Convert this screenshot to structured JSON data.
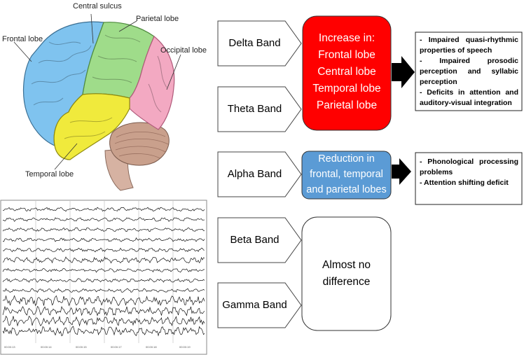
{
  "brain": {
    "labels": {
      "frontal": "Frontal lobe",
      "central": "Central sulcus",
      "parietal": "Parietal lobe",
      "occipital": "Occipital lobe",
      "temporal": "Temporal lobe"
    },
    "colors": {
      "frontal": "#7fc3ef",
      "parietal": "#9fdc8a",
      "occipital": "#f3a9c2",
      "temporal": "#f0ea3c",
      "cerebellum": "#c9a08c",
      "stem": "#d6b2a2"
    }
  },
  "bands": {
    "delta": "Delta Band",
    "theta": "Theta Band",
    "alpha": "Alpha Band",
    "beta": "Beta Band",
    "gamma": "Gamma Band"
  },
  "boxes": {
    "increase": {
      "lines": [
        "Increase in:",
        "Frontal lobe",
        "Central lobe",
        "Temporal lobe",
        "Parietal lobe"
      ],
      "color": "#ff0000"
    },
    "reduction": {
      "lines": [
        "Reduction in",
        "frontal, temporal",
        "and parietal lobes"
      ],
      "color": "#5b9bd5"
    },
    "no_difference": {
      "lines": [
        "Almost no",
        "difference"
      ]
    }
  },
  "notes": {
    "increase": [
      "- Impaired quasi-rhythmic properties of speech",
      "- Impaired prosodic perception and syllabic perception",
      "- Deficits in attention and auditory-visual integration"
    ],
    "reduction": [
      "- Phonological processing problems",
      "- Attention shifting deficit"
    ]
  }
}
